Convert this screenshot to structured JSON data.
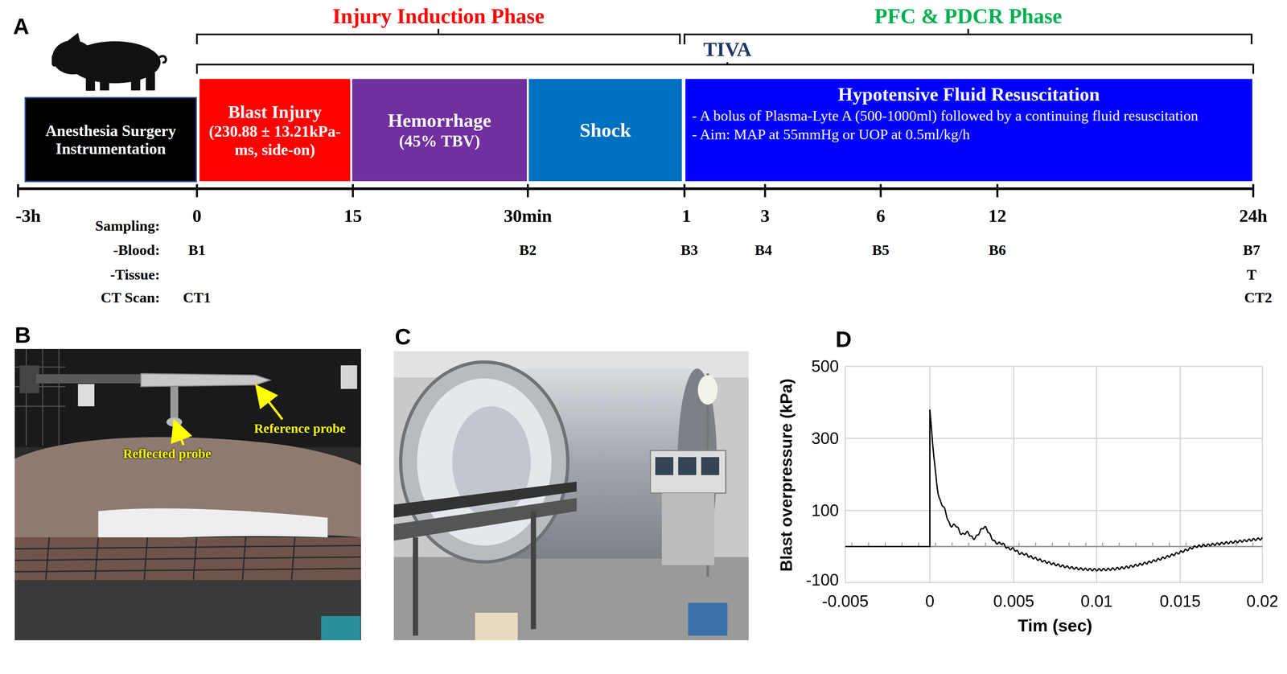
{
  "diagram": {
    "nodes": [
      {
        "text": [
          "Anesthesia Surgery Instrumentation"
        ]
      },
      {
        "text": [
          "Blast Injury",
          "(230.88 ± 13.21kPa-ms, side-on)"
        ]
      },
      {
        "text": [
          "Hemorrhage",
          "(45% TBV)"
        ]
      },
      {
        "text": [
          "Shock"
        ]
      },
      {
        "text": [
          "Hypotensive Fluid Resuscitation",
          "- A bolus of Plasma-Lyte A (500-1000ml) followed by a continuing fluid resuscitation",
          "- Aim: MAP at 55mmHg or UOP at 0.5ml/kg/h"
        ]
      }
    ],
    "labels": [
      "A",
      "Injury Induction Phase",
      "PFC & PDCR Phase",
      "TIVA",
      "-3h",
      "0",
      "15",
      "30min",
      "1",
      "3",
      "6",
      "12",
      "24h",
      "Sampling:",
      "-Blood:",
      "-Tissue:",
      "CT Scan:",
      "B1",
      "B2",
      "B3",
      "B4",
      "B5",
      "B6",
      "B7",
      "T",
      "CT1",
      "CT2",
      "B",
      "Reference probe",
      "Reflected probe",
      "C",
      "D",
      "500",
      "300",
      "100",
      "-100",
      "-0.005",
      "0",
      "0.005",
      "0.01",
      "0.015",
      "0.02",
      "Blast overpressure (kPa)",
      "Tim (sec)"
    ]
  }
}
